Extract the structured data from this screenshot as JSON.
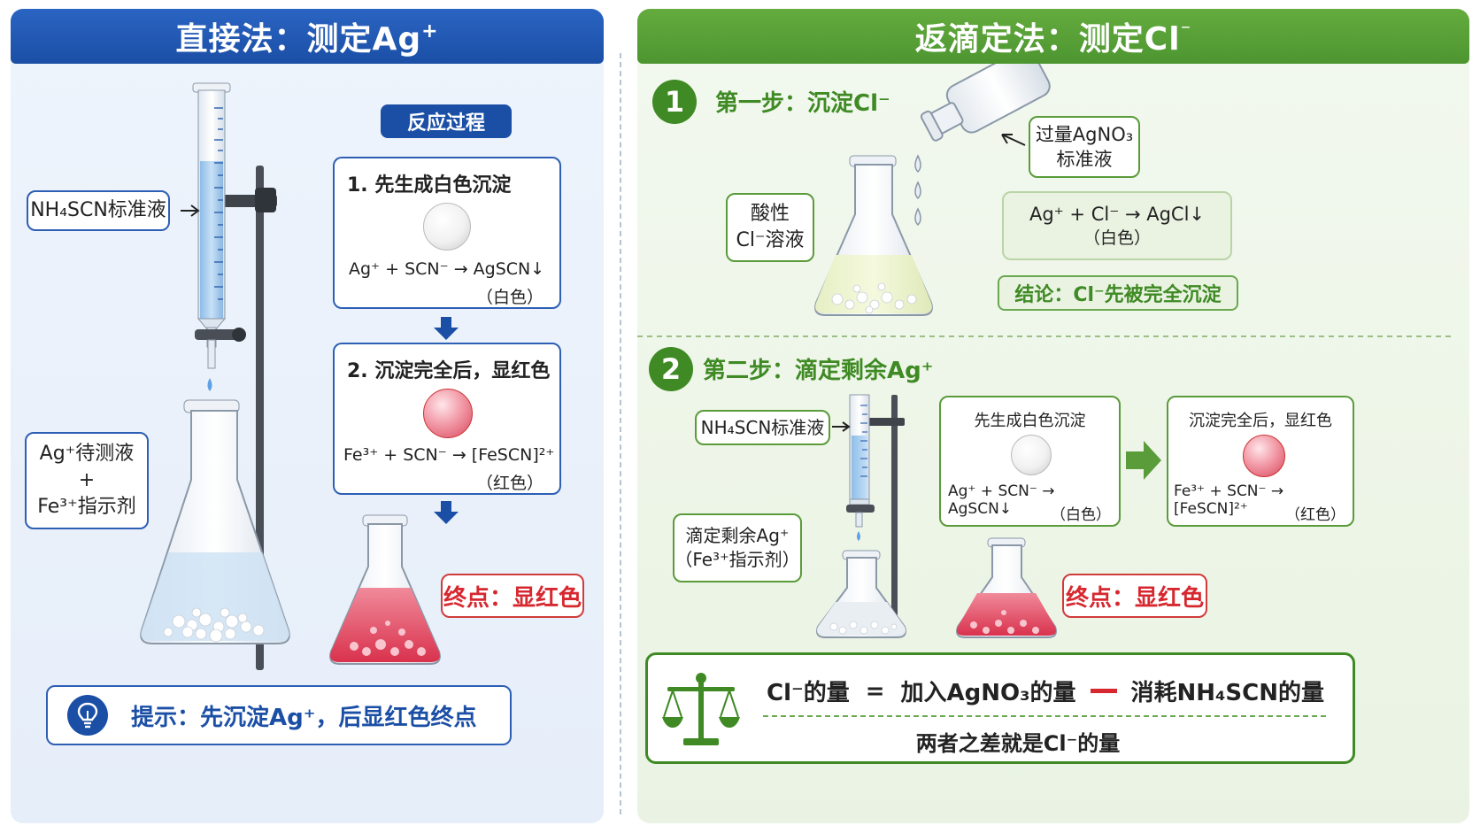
{
  "left": {
    "title": "直接法：测定Ag",
    "title_sup": "+",
    "titrant_label": "NH₄SCN标准液",
    "sample_label_line1": "Ag⁺待测液",
    "sample_label_line2": "+",
    "sample_label_line3": "Fe³⁺指示剂",
    "process_title": "反应过程",
    "step1_title": "1. 先生成白色沉淀",
    "step1_eq": "Ag⁺ + SCN⁻ → AgSCN↓",
    "step1_note": "（白色）",
    "step2_title": "2. 沉淀完全后，显红色",
    "step2_eq": "Fe³⁺ + SCN⁻ → [FeSCN]²⁺",
    "step2_note": "（红色）",
    "endpoint": "终点：显红色",
    "tip": "提示：先沉淀Ag⁺，后显红色终点"
  },
  "right": {
    "title": "返滴定法：测定Cl",
    "title_sup": "⁻",
    "step1_num": "1",
    "step1_title": "第一步：沉淀Cl⁻",
    "reagent_line1": "过量AgNO₃",
    "reagent_line2": "标准液",
    "solution_line1": "酸性",
    "solution_line2": "Cl⁻溶液",
    "step1_eq": "Ag⁺ + Cl⁻ → AgCl↓",
    "step1_note": "（白色）",
    "conclusion": "结论：Cl⁻先被完全沉淀",
    "step2_num": "2",
    "step2_title": "第二步：滴定剩余Ag⁺",
    "titrant_label": "NH₄SCN标准液",
    "residual_line1": "滴定剩余Ag⁺",
    "residual_line2": "（Fe³⁺指示剂）",
    "box1_title": "先生成白色沉淀",
    "box1_eq": "Ag⁺ + SCN⁻ → AgSCN↓",
    "box1_note": "（白色）",
    "box2_title": "沉淀完全后，显红色",
    "box2_eq": "Fe³⁺ + SCN⁻ → [FeSCN]²⁺",
    "box2_note": "（红色）",
    "endpoint": "终点：显红色",
    "formula_a": "Cl⁻的量",
    "formula_eq": "=",
    "formula_b": "加入AgNO₃的量",
    "formula_c": "消耗NH₄SCN的量",
    "formula_note": "两者之差就是Cl⁻的量"
  },
  "colors": {
    "blue": "#1b4fa6",
    "green": "#4d9530",
    "red": "#d7282f"
  }
}
